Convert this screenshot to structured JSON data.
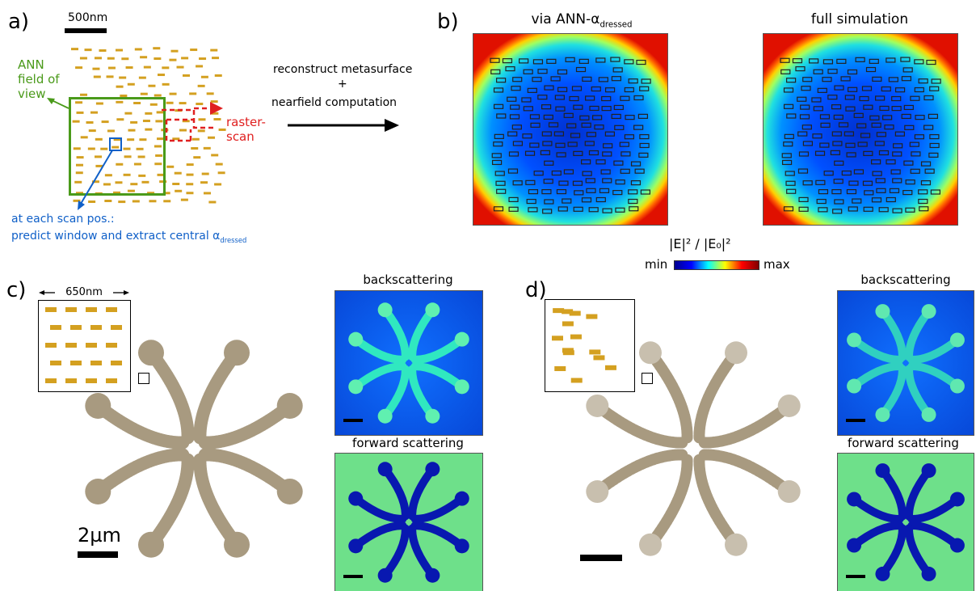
{
  "panels": {
    "a": {
      "label": "a)",
      "scale_bar": "500nm",
      "ann_label": "ANN\nfield of\nview",
      "raster_label": "raster-\nscan",
      "arrow_line1": "reconstruct metasurface",
      "arrow_line2": "+",
      "arrow_line3": "nearfield computation",
      "scan_line1": "at each scan pos.:",
      "scan_line2": "predict window and extract central α",
      "scan_sub": "dressed"
    },
    "b": {
      "label": "b)",
      "title_left": "via ANN-α",
      "title_left_sub": "dressed",
      "title_right": "full simulation"
    },
    "colorbar": {
      "quantity": "|E|² / |E₀|²",
      "min": "min",
      "max": "max"
    },
    "c": {
      "label": "c)",
      "inset_scale": "650nm",
      "scale_bar": "2µm",
      "map_top": "backscattering",
      "map_bottom": "forward scattering"
    },
    "d": {
      "label": "d)",
      "map_top": "backscattering",
      "map_bottom": "forward scattering"
    }
  },
  "colors": {
    "nanorod": "#d4a020",
    "field_box": "#4a9a1a",
    "raster": "#e02020",
    "scan_box": "#1060c8",
    "cross_dots": "#a89a80"
  }
}
